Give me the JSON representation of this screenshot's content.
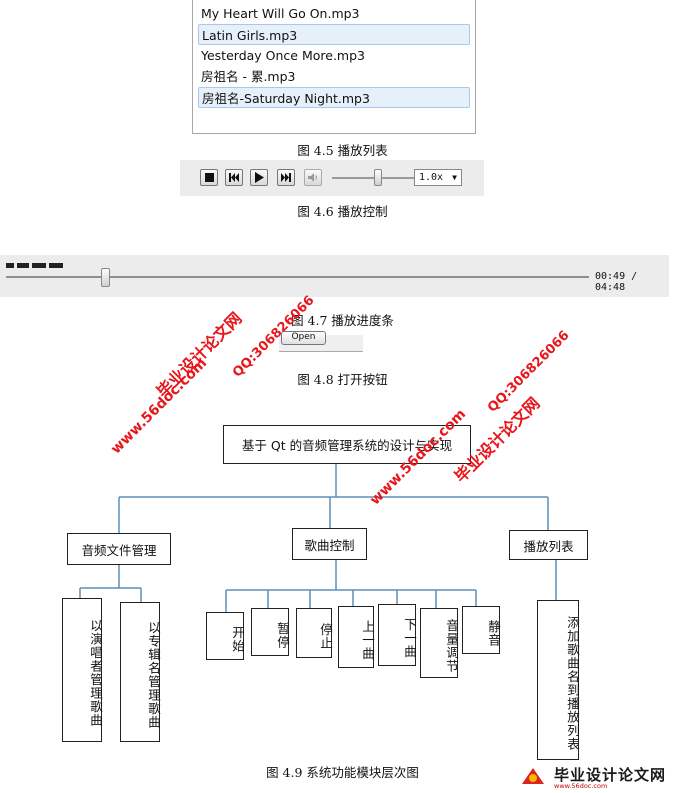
{
  "figures": {
    "playlist": {
      "caption": "图 4.5  播放列表",
      "items": [
        {
          "label": "My Heart Will Go On.mp3",
          "selected": false
        },
        {
          "label": "Latin Girls.mp3",
          "selected": true
        },
        {
          "label": "Yesterday Once More.mp3",
          "selected": false
        },
        {
          "label": "房祖名 - 累.mp3",
          "selected": false
        },
        {
          "label": "房祖名-Saturday Night.mp3",
          "selected": true
        }
      ]
    },
    "playback_controls": {
      "caption": "图 4.6  播放控制",
      "buttons": [
        "stop-icon",
        "previous-icon",
        "play-icon",
        "next-icon",
        "volume-icon"
      ],
      "volume_level": 0.45,
      "speed_value": "1.0x"
    },
    "progress": {
      "caption": "图 4.7  播放进度条",
      "time": "00:49 / 04:48",
      "progress_fraction": 0.17
    },
    "open_button": {
      "caption": "图 4.8  打开按钮",
      "label": "Open"
    },
    "hierarchy": {
      "caption": "图 4.9  系统功能模块层次图",
      "root": "基于 Qt 的音频管理系统的设计与实现",
      "modules": [
        {
          "label": "音频文件管理",
          "children": [
            "以演唱者管理歌曲",
            "以专辑名管理歌曲"
          ]
        },
        {
          "label": "歌曲控制",
          "children": [
            "开始",
            "暂停",
            "停止",
            "上一曲",
            "下一曲",
            "音量调节",
            "静音"
          ]
        },
        {
          "label": "播放列表",
          "children": [
            "添加歌曲名到播放列表"
          ]
        }
      ]
    }
  },
  "watermarks": {
    "site_cn": "毕业设计论文网",
    "url": "www.56doc.com",
    "qq": "QQ:306826066",
    "color": "#e8161b"
  },
  "logo": {
    "text": "毕业设计论文网",
    "url": "www.56doc.com"
  }
}
